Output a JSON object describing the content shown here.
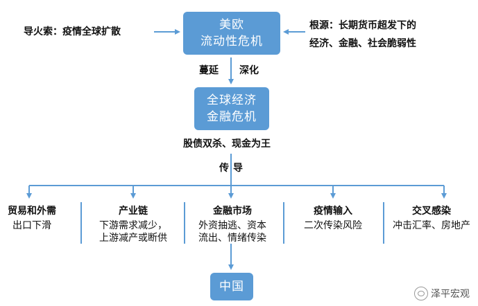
{
  "top": {
    "box": [
      "美欧",
      "流动性危机"
    ],
    "left_label": "导火索：疫情全球扩散",
    "right_label": [
      "根源：长期货币超发下的",
      "经济、金融、社会脆弱性"
    ]
  },
  "spread": [
    "蔓延",
    "深化"
  ],
  "middle": {
    "box": [
      "全球经济",
      "金融危机"
    ],
    "sub": "股债双杀、现金为王"
  },
  "transmit": "传导",
  "channels": [
    {
      "title": "贸易和外需",
      "lines": [
        "出口下滑"
      ]
    },
    {
      "title": "产业链",
      "lines": [
        "下游需求减少，",
        "上游减产或断供"
      ]
    },
    {
      "title": "金融市场",
      "lines": [
        "外资抽逃、资本",
        "流出、情绪传染"
      ]
    },
    {
      "title": "疫情输入",
      "lines": [
        "二次传染风险"
      ]
    },
    {
      "title": "交叉感染",
      "lines": [
        "冲击汇率、房地产"
      ]
    }
  ],
  "bottom": {
    "box": "中国"
  },
  "watermark": "泽平宏观",
  "colors": {
    "box": "#5b9bd5",
    "arrow": "#5b9bd5"
  }
}
